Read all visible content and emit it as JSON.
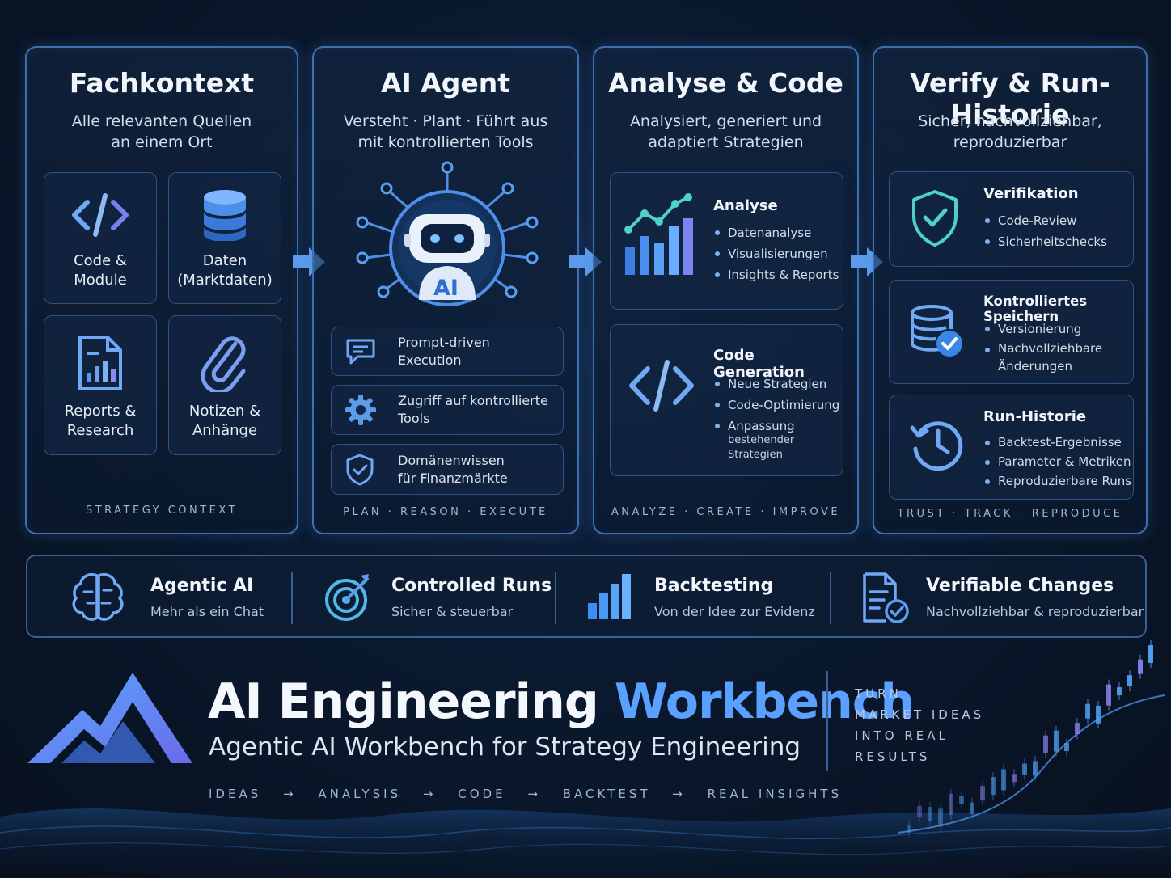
{
  "columns": {
    "fachkontext": {
      "title": "Fachkontext",
      "subtitle": "Alle relevanten Quellen\nan einem Ort",
      "tiles": [
        {
          "label": "Code &\nModule",
          "icon": "code-icon"
        },
        {
          "label": "Daten\n(Marktdaten)",
          "icon": "database-icon"
        },
        {
          "label": "Reports &\nResearch",
          "icon": "report-icon"
        },
        {
          "label": "Notizen &\nAnhänge",
          "icon": "paperclip-icon"
        }
      ],
      "footer": "STRATEGY CONTEXT"
    },
    "agent": {
      "title": "AI Agent",
      "subtitle": "Versteht · Plant · Führt aus\nmit kontrollierten Tools",
      "badge": "AI",
      "rows": [
        {
          "text": "Prompt-driven\nExecution",
          "icon": "chat-icon"
        },
        {
          "text": "Zugriff auf kontrollierte\nTools",
          "icon": "gear-icon"
        },
        {
          "text": "Domänenwissen\nfür Finanzmärkte",
          "icon": "shield-icon"
        }
      ],
      "footer": "PLAN · REASON · EXECUTE"
    },
    "analyse": {
      "title": "Analyse & Code",
      "subtitle": "Analysiert, generiert und\nadaptiert Strategien",
      "sections": [
        {
          "title": "Analyse",
          "items": [
            "Datenanalyse",
            "Visualisierungen",
            "Insights & Reports"
          ]
        },
        {
          "title": "Code Generation",
          "items": [
            "Neue Strategien",
            "Code-Optimierung",
            "Anpassung"
          ],
          "sub": "bestehender Strategien"
        }
      ],
      "footer": "ANALYZE · CREATE · IMPROVE"
    },
    "verify": {
      "title": "Verify & Run-Historie",
      "subtitle": "Sicher, nachvollziehbar,\nreproduzierbar",
      "sections": [
        {
          "title": "Verifikation",
          "items": [
            "Code-Review",
            "Sicherheitschecks"
          ]
        },
        {
          "title": "Kontrolliertes Speichern",
          "items": [
            "Versionierung",
            "Nachvollziehbare Änderungen"
          ]
        },
        {
          "title": "Run-Historie",
          "items": [
            "Backtest-Ergebnisse",
            "Parameter & Metriken",
            "Reproduzierbare Runs"
          ]
        }
      ],
      "footer": "TRUST · TRACK · REPRODUCE"
    }
  },
  "features": [
    {
      "title": "Agentic AI",
      "subtitle": "Mehr als ein Chat",
      "icon": "brain-icon"
    },
    {
      "title": "Controlled Runs",
      "subtitle": "Sicher & steuerbar",
      "icon": "target-icon"
    },
    {
      "title": "Backtesting",
      "subtitle": "Von der Idee zur Evidenz",
      "icon": "bar-chart-icon"
    },
    {
      "title": "Verifiable Changes",
      "subtitle": "Nachvollziehbar & reproduzierbar",
      "icon": "document-check-icon"
    }
  ],
  "brand": {
    "title_part1": "AI Engineering",
    "title_part2": "Workbench",
    "tagline": "Agentic AI Workbench for Strategy Engineering",
    "flow": [
      "IDEAS",
      "→",
      "ANALYSIS",
      "→",
      "CODE",
      "→",
      "BACKTEST",
      "→",
      "REAL INSIGHTS"
    ],
    "side_text": [
      "TURN",
      "MARKET IDEAS",
      "INTO REAL",
      "RESULTS"
    ]
  },
  "colors": {
    "accent": "#5aa0ff",
    "panel_border": "#3f6fae",
    "background": "#0a172b"
  }
}
